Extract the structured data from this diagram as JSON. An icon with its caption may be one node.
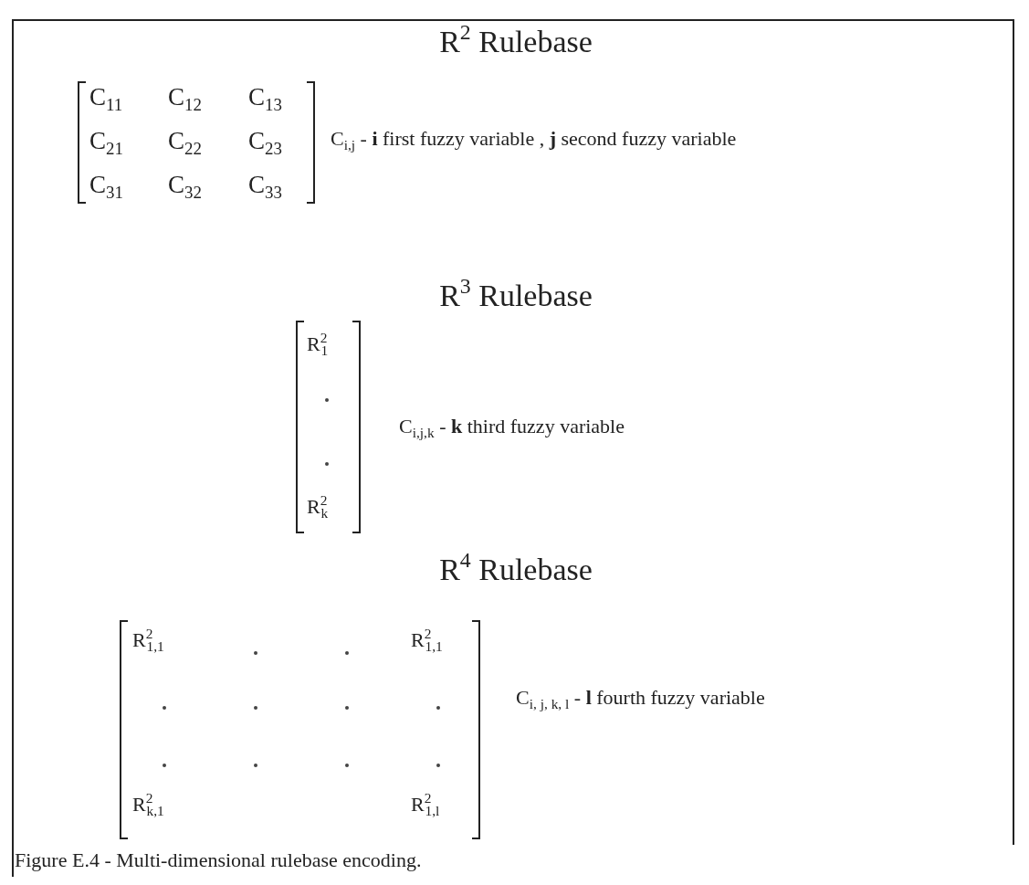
{
  "diagram": {
    "caption": "Figure E.4 - Multi-dimensional rulebase encoding.",
    "labels": [
      "R$^{2}$ Rulebase",
      "C$_{11}$",
      "C$_{12}$",
      "C$_{13}$",
      "C$_{21}$",
      "C$_{22}$",
      "C$_{23}$",
      "C$_{31}$",
      "C$_{32}$",
      "C$_{33}$",
      "C$_{i,j}$ - **i** first fuzzy variable , **j** second fuzzy variable",
      "R$^{3}$ Rulebase",
      "R$^{2}$$_{1}$",
      "R$^{2}$$_{k}$",
      "C$_{i,j,k}$ - **k** third fuzzy variable",
      "R$^{4}$ Rulebase",
      "R$^{2}$$_{1,1}$",
      "R$^{2}$$_{1,1}$",
      "R$^{2}$$_{k,1}$",
      "R$^{2}$$_{1,l}$",
      "C$_{i, j, k, l}$ - **l** fourth fuzzy variable"
    ]
  }
}
